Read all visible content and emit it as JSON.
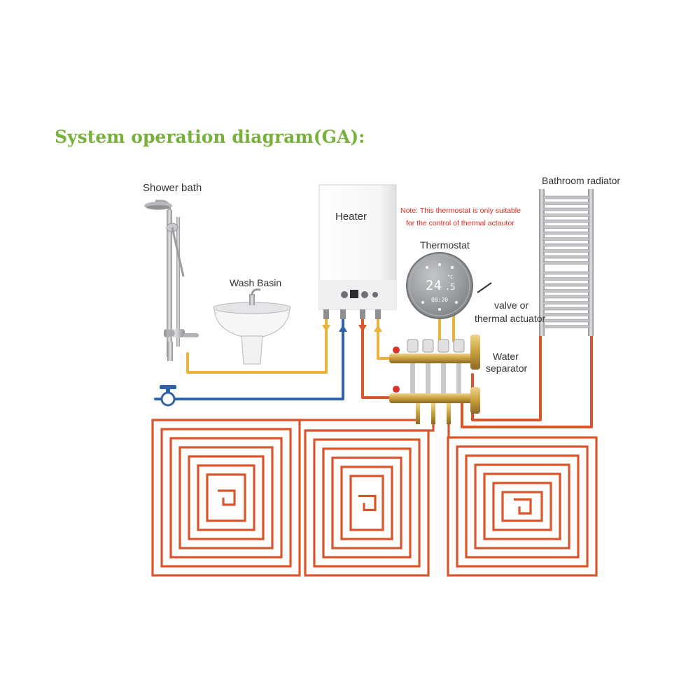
{
  "title": "System operation diagram(GA):",
  "labels": {
    "shower": "Shower bath",
    "basin": "Wash Basin",
    "heater": "Heater",
    "thermostat": "Thermostat",
    "radiator": "Bathroom radiator",
    "valve_line1": "valve or",
    "valve_line2": "thermal actuator",
    "separator_line1": "Water",
    "separator_line2": "separator"
  },
  "note": {
    "line1": "Note: This thermostat is only suitable",
    "line2": "for the control of thermal actautor"
  },
  "thermostat_display": {
    "temp_main": "24",
    "temp_decimal": ".5",
    "unit": "°C",
    "time": "08:20"
  },
  "colors": {
    "title": "#77b03a",
    "hot_pipe": "#d9552c",
    "cold_pipe": "#3162a8",
    "domestic_hot_pipe": "#eab33c",
    "note": "#e8251c",
    "thermostat_face": "#9ea1a4",
    "manifold_brass": "#c8a24a"
  },
  "icons": {
    "shower": "shower-icon",
    "basin": "wash-basin-icon",
    "heater": "boiler-icon",
    "thermostat": "thermostat-icon",
    "radiator": "towel-radiator-icon",
    "manifold": "manifold-icon",
    "tap": "water-inlet-valve-icon",
    "floor_loops": "underfloor-heating-loop-icon"
  }
}
